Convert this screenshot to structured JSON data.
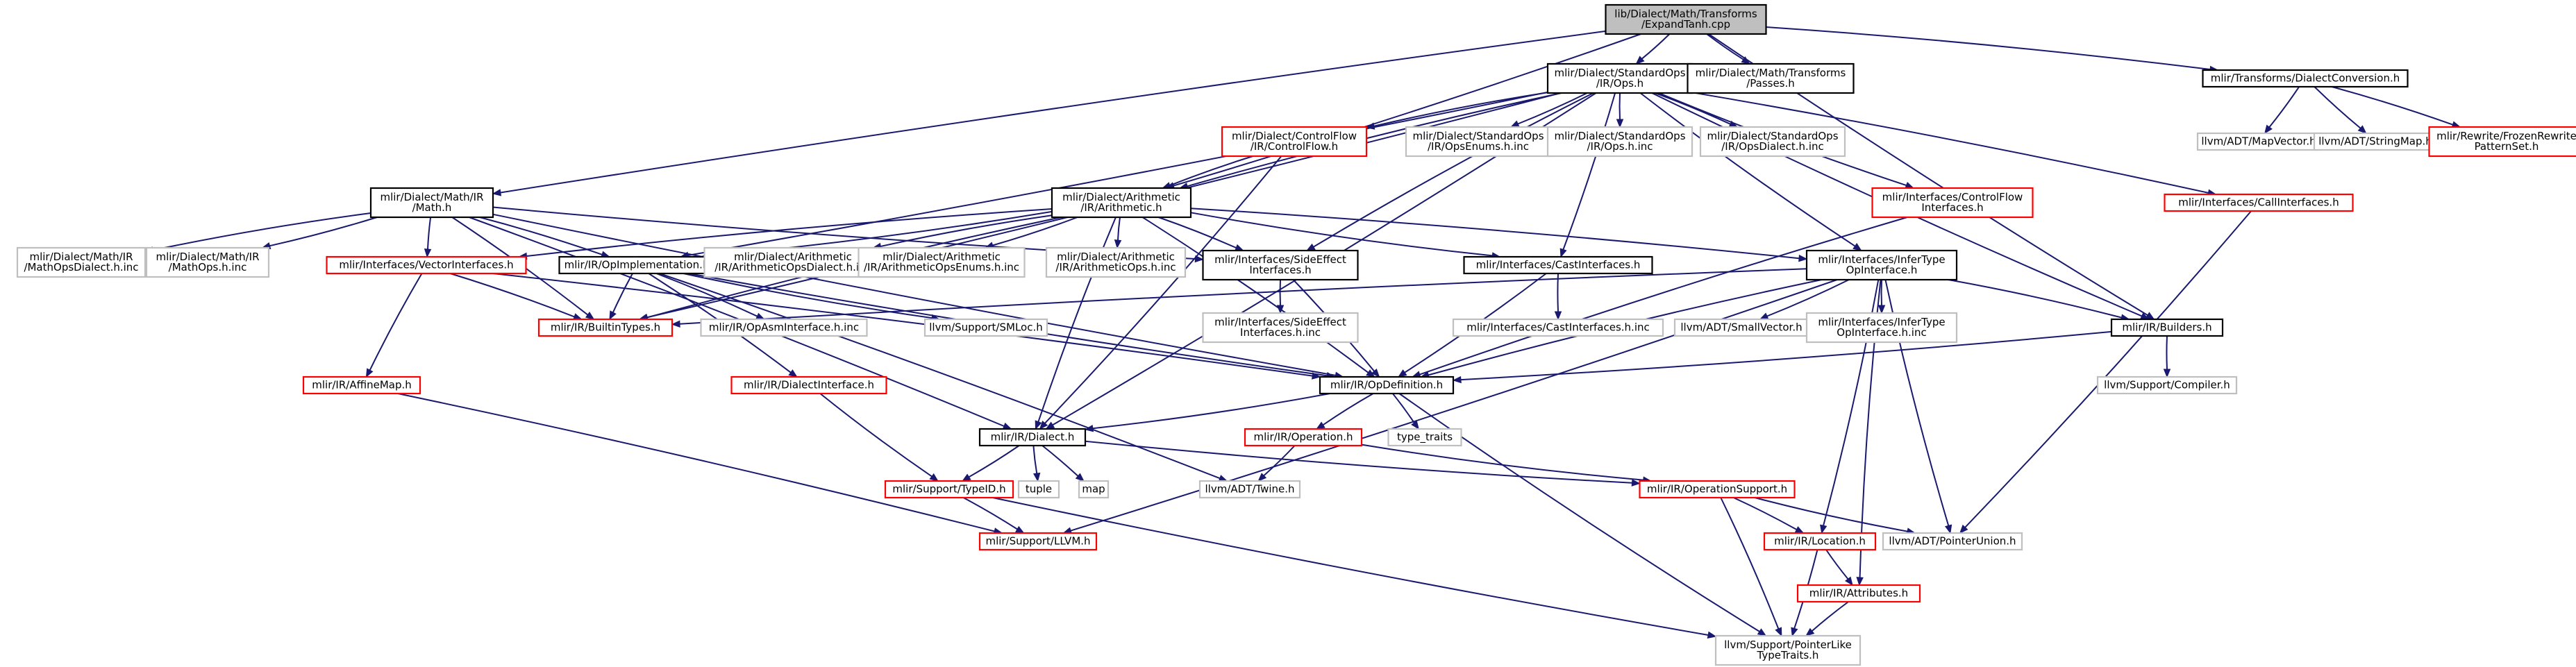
{
  "colors": {
    "edge": "#191970",
    "border_default": "#000000",
    "border_gray": "#bfbfbf",
    "border_red": "#ff0000",
    "fill_root": "#bfbfbf",
    "fill_default": "#ffffff",
    "text": "#000000"
  },
  "nodes": [
    {
      "id": "root",
      "lines": [
        "lib/Dialect/Math/Transforms",
        "/ExpandTanh.cpp"
      ],
      "style": "root"
    },
    {
      "id": "stdops",
      "lines": [
        "mlir/Dialect/StandardOps",
        "/IR/Ops.h"
      ],
      "style": "normal"
    },
    {
      "id": "passes",
      "lines": [
        "mlir/Dialect/Math/Transforms",
        "/Passes.h"
      ],
      "style": "normal"
    },
    {
      "id": "dialectconv",
      "lines": [
        "mlir/Transforms/DialectConversion.h"
      ],
      "style": "normal"
    },
    {
      "id": "mapvector",
      "lines": [
        "llvm/ADT/MapVector.h"
      ],
      "style": "gray"
    },
    {
      "id": "stringmap",
      "lines": [
        "llvm/ADT/StringMap.h"
      ],
      "style": "gray"
    },
    {
      "id": "frozen",
      "lines": [
        "mlir/Rewrite/FrozenRewrite",
        "PatternSet.h"
      ],
      "style": "red"
    },
    {
      "id": "controlflow",
      "lines": [
        "mlir/Dialect/ControlFlow",
        "/IR/ControlFlow.h"
      ],
      "style": "red"
    },
    {
      "id": "opsenums",
      "lines": [
        "mlir/Dialect/StandardOps",
        "/IR/OpsEnums.h.inc"
      ],
      "style": "gray"
    },
    {
      "id": "opshinc",
      "lines": [
        "mlir/Dialect/StandardOps",
        "/IR/Ops.h.inc"
      ],
      "style": "gray"
    },
    {
      "id": "opsdialect",
      "lines": [
        "mlir/Dialect/StandardOps",
        "/IR/OpsDialect.h.inc"
      ],
      "style": "gray"
    },
    {
      "id": "cfinterfaces",
      "lines": [
        "mlir/Interfaces/ControlFlow",
        "Interfaces.h"
      ],
      "style": "red"
    },
    {
      "id": "callinterfaces",
      "lines": [
        "mlir/Interfaces/CallInterfaces.h"
      ],
      "style": "red"
    },
    {
      "id": "mathir",
      "lines": [
        "mlir/Dialect/Math/IR",
        "/Math.h"
      ],
      "style": "normal"
    },
    {
      "id": "arith",
      "lines": [
        "mlir/Dialect/Arithmetic",
        "/IR/Arithmetic.h"
      ],
      "style": "normal"
    },
    {
      "id": "mathopsdialect",
      "lines": [
        "mlir/Dialect/Math/IR",
        "/MathOpsDialect.h.inc"
      ],
      "style": "gray"
    },
    {
      "id": "mathops",
      "lines": [
        "mlir/Dialect/Math/IR",
        "/MathOps.h.inc"
      ],
      "style": "gray"
    },
    {
      "id": "vectorinterfaces",
      "lines": [
        "mlir/Interfaces/VectorInterfaces.h"
      ],
      "style": "red"
    },
    {
      "id": "opimpl",
      "lines": [
        "mlir/IR/OpImplementation.h"
      ],
      "style": "normal"
    },
    {
      "id": "arithopsdialect",
      "lines": [
        "mlir/Dialect/Arithmetic",
        "/IR/ArithmeticOpsDialect.h.inc"
      ],
      "style": "gray"
    },
    {
      "id": "arithopsenums",
      "lines": [
        "mlir/Dialect/Arithmetic",
        "/IR/ArithmeticOpsEnums.h.inc"
      ],
      "style": "gray"
    },
    {
      "id": "arithops",
      "lines": [
        "mlir/Dialect/Arithmetic",
        "/IR/ArithmeticOps.h.inc"
      ],
      "style": "gray"
    },
    {
      "id": "sideeffect",
      "lines": [
        "mlir/Interfaces/SideEffect",
        "Interfaces.h"
      ],
      "style": "normal"
    },
    {
      "id": "castinterfaces",
      "lines": [
        "mlir/Interfaces/CastInterfaces.h"
      ],
      "style": "normal"
    },
    {
      "id": "infertype",
      "lines": [
        "mlir/Interfaces/InferType",
        "OpInterface.h"
      ],
      "style": "normal"
    },
    {
      "id": "builtintypes",
      "lines": [
        "mlir/IR/BuiltinTypes.h"
      ],
      "style": "red"
    },
    {
      "id": "opasminterface",
      "lines": [
        "mlir/IR/OpAsmInterface.h.inc"
      ],
      "style": "gray"
    },
    {
      "id": "smloc",
      "lines": [
        "llvm/Support/SMLoc.h"
      ],
      "style": "gray"
    },
    {
      "id": "sideeffectinc",
      "lines": [
        "mlir/Interfaces/SideEffect",
        "Interfaces.h.inc"
      ],
      "style": "gray"
    },
    {
      "id": "castinc",
      "lines": [
        "mlir/Interfaces/CastInterfaces.h.inc"
      ],
      "style": "gray"
    },
    {
      "id": "smallvector",
      "lines": [
        "llvm/ADT/SmallVector.h"
      ],
      "style": "gray"
    },
    {
      "id": "infertypeinc",
      "lines": [
        "mlir/Interfaces/InferType",
        "OpInterface.h.inc"
      ],
      "style": "gray"
    },
    {
      "id": "builders",
      "lines": [
        "mlir/IR/Builders.h"
      ],
      "style": "normal"
    },
    {
      "id": "affinemap",
      "lines": [
        "mlir/IR/AffineMap.h"
      ],
      "style": "red"
    },
    {
      "id": "dialectinterface",
      "lines": [
        "mlir/IR/DialectInterface.h"
      ],
      "style": "red"
    },
    {
      "id": "opdefinition",
      "lines": [
        "mlir/IR/OpDefinition.h"
      ],
      "style": "normal"
    },
    {
      "id": "compiler",
      "lines": [
        "llvm/Support/Compiler.h"
      ],
      "style": "gray"
    },
    {
      "id": "dialect",
      "lines": [
        "mlir/IR/Dialect.h"
      ],
      "style": "normal"
    },
    {
      "id": "operation",
      "lines": [
        "mlir/IR/Operation.h"
      ],
      "style": "red"
    },
    {
      "id": "typetraits",
      "lines": [
        "type_traits"
      ],
      "style": "gray"
    },
    {
      "id": "typeid",
      "lines": [
        "mlir/Support/TypeID.h"
      ],
      "style": "red"
    },
    {
      "id": "tuple",
      "lines": [
        "tuple"
      ],
      "style": "gray"
    },
    {
      "id": "map",
      "lines": [
        "map"
      ],
      "style": "gray"
    },
    {
      "id": "twine",
      "lines": [
        "llvm/ADT/Twine.h"
      ],
      "style": "gray"
    },
    {
      "id": "opsupport",
      "lines": [
        "mlir/IR/OperationSupport.h"
      ],
      "style": "red"
    },
    {
      "id": "location",
      "lines": [
        "mlir/IR/Location.h"
      ],
      "style": "red"
    },
    {
      "id": "pointerunion",
      "lines": [
        "llvm/ADT/PointerUnion.h"
      ],
      "style": "gray"
    },
    {
      "id": "llvmh",
      "lines": [
        "mlir/Support/LLVM.h"
      ],
      "style": "red"
    },
    {
      "id": "attributes",
      "lines": [
        "mlir/IR/Attributes.h"
      ],
      "style": "red"
    },
    {
      "id": "pointerlike",
      "lines": [
        "llvm/Support/PointerLike",
        "TypeTraits.h"
      ],
      "style": "gray"
    }
  ],
  "edges": [
    [
      "root",
      "stdops"
    ],
    [
      "root",
      "passes"
    ],
    [
      "root",
      "dialectconv"
    ],
    [
      "root",
      "mathir"
    ],
    [
      "root",
      "arith"
    ],
    [
      "root",
      "builders"
    ],
    [
      "dialectconv",
      "mapvector"
    ],
    [
      "dialectconv",
      "stringmap"
    ],
    [
      "dialectconv",
      "frozen"
    ],
    [
      "stdops",
      "controlflow"
    ],
    [
      "stdops",
      "opsenums"
    ],
    [
      "stdops",
      "opshinc"
    ],
    [
      "stdops",
      "opsdialect"
    ],
    [
      "stdops",
      "cfinterfaces"
    ],
    [
      "stdops",
      "callinterfaces"
    ],
    [
      "stdops",
      "arith"
    ],
    [
      "stdops",
      "opimpl"
    ],
    [
      "stdops",
      "sideeffect"
    ],
    [
      "stdops",
      "castinterfaces"
    ],
    [
      "stdops",
      "infertype"
    ],
    [
      "stdops",
      "builtintypes"
    ],
    [
      "stdops",
      "builders"
    ],
    [
      "stdops",
      "dialect"
    ],
    [
      "controlflow",
      "arith"
    ],
    [
      "controlflow",
      "dialect"
    ],
    [
      "cfinterfaces",
      "opdefinition"
    ],
    [
      "callinterfaces",
      "pointerunion"
    ],
    [
      "mathir",
      "mathopsdialect"
    ],
    [
      "mathir",
      "mathops"
    ],
    [
      "mathir",
      "vectorinterfaces"
    ],
    [
      "mathir",
      "opimpl"
    ],
    [
      "mathir",
      "sideeffect"
    ],
    [
      "mathir",
      "builtintypes"
    ],
    [
      "mathir",
      "opdefinition"
    ],
    [
      "mathir",
      "dialect"
    ],
    [
      "arith",
      "vectorinterfaces"
    ],
    [
      "arith",
      "opimpl"
    ],
    [
      "arith",
      "arithopsdialect"
    ],
    [
      "arith",
      "arithopsenums"
    ],
    [
      "arith",
      "arithops"
    ],
    [
      "arith",
      "sideeffect"
    ],
    [
      "arith",
      "castinterfaces"
    ],
    [
      "arith",
      "infertype"
    ],
    [
      "arith",
      "builtintypes"
    ],
    [
      "arith",
      "opdefinition"
    ],
    [
      "arith",
      "dialect"
    ],
    [
      "vectorinterfaces",
      "builtintypes"
    ],
    [
      "vectorinterfaces",
      "affinemap"
    ],
    [
      "vectorinterfaces",
      "opdefinition"
    ],
    [
      "opimpl",
      "builtintypes"
    ],
    [
      "opimpl",
      "opasminterface"
    ],
    [
      "opimpl",
      "smloc"
    ],
    [
      "opimpl",
      "dialectinterface"
    ],
    [
      "opimpl",
      "opdefinition"
    ],
    [
      "opimpl",
      "twine"
    ],
    [
      "sideeffect",
      "sideeffectinc"
    ],
    [
      "sideeffect",
      "opdefinition"
    ],
    [
      "castinterfaces",
      "castinc"
    ],
    [
      "castinterfaces",
      "opdefinition"
    ],
    [
      "infertype",
      "builtintypes"
    ],
    [
      "infertype",
      "smallvector"
    ],
    [
      "infertype",
      "infertypeinc"
    ],
    [
      "infertype",
      "builders"
    ],
    [
      "infertype",
      "opdefinition"
    ],
    [
      "infertype",
      "location"
    ],
    [
      "infertype",
      "pointerunion"
    ],
    [
      "infertype",
      "llvmh"
    ],
    [
      "infertype",
      "attributes"
    ],
    [
      "builders",
      "opdefinition"
    ],
    [
      "builders",
      "compiler"
    ],
    [
      "affinemap",
      "llvmh"
    ],
    [
      "dialectinterface",
      "typeid"
    ],
    [
      "opdefinition",
      "dialect"
    ],
    [
      "opdefinition",
      "operation"
    ],
    [
      "opdefinition",
      "typetraits"
    ],
    [
      "opdefinition",
      "pointerlike"
    ],
    [
      "dialect",
      "typeid"
    ],
    [
      "dialect",
      "tuple"
    ],
    [
      "dialect",
      "map"
    ],
    [
      "dialect",
      "opsupport"
    ],
    [
      "operation",
      "twine"
    ],
    [
      "operation",
      "opsupport"
    ],
    [
      "typeid",
      "llvmh"
    ],
    [
      "typeid",
      "pointerlike"
    ],
    [
      "opsupport",
      "location"
    ],
    [
      "opsupport",
      "pointerunion"
    ],
    [
      "opsupport",
      "pointerlike"
    ],
    [
      "location",
      "attributes"
    ],
    [
      "location",
      "pointerlike"
    ],
    [
      "attributes",
      "pointerlike"
    ]
  ]
}
